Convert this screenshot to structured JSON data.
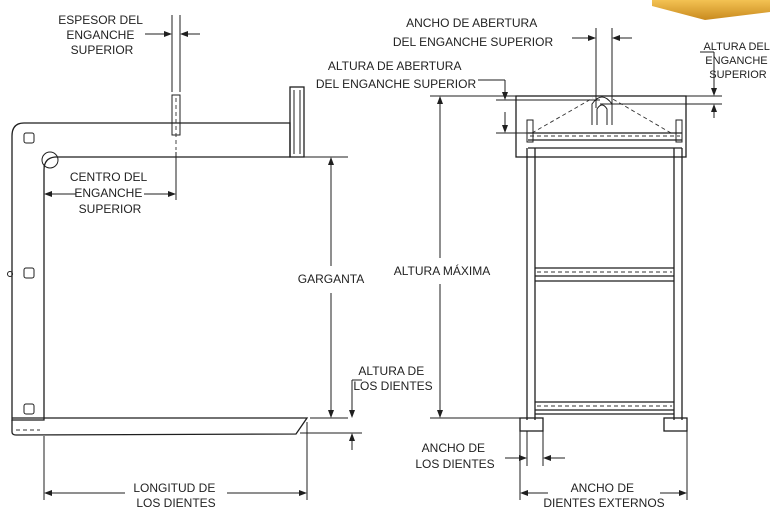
{
  "labels": {
    "espesor": [
      "ESPESOR DEL",
      "ENGANCHE",
      "SUPERIOR"
    ],
    "centro": [
      "CENTRO DEL",
      "ENGANCHE",
      "SUPERIOR"
    ],
    "garganta": "GARGANTA",
    "altura_dientes": [
      "ALTURA DE",
      "LOS DIENTES"
    ],
    "longitud_dientes": [
      "LONGITUD DE",
      "LOS DIENTES"
    ],
    "ancho_abertura": [
      "ANCHO DE ABERTURA",
      "DEL ENGANCHE SUPERIOR"
    ],
    "altura_abertura": [
      "ALTURA DE ABERTURA",
      "DEL ENGANCHE SUPERIOR"
    ],
    "altura_enganche": [
      "ALTURA DEL",
      "ENGANCHE",
      "SUPERIOR"
    ],
    "altura_maxima": "ALTURA MÁXIMA",
    "ancho_dientes": [
      "ANCHO DE",
      "LOS DIENTES"
    ],
    "ancho_dientes_externos": [
      "ANCHO DE",
      "DIENTES EXTERNOS"
    ]
  },
  "colors": {
    "line": "#1f1f1f",
    "accent": "#e0a23a"
  }
}
